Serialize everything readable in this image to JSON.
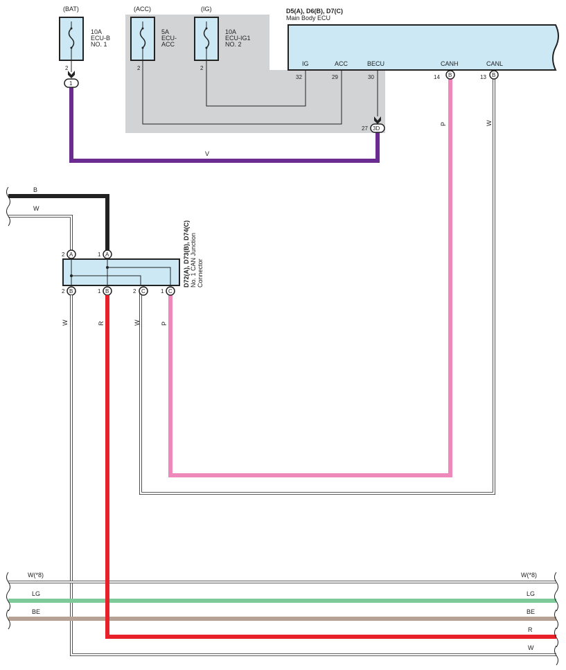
{
  "fuses": [
    {
      "supply": "(BAT)",
      "rating": "10A",
      "name1": "ECU-B",
      "name2": "NO. 1",
      "pin": "2"
    },
    {
      "supply": "(ACC)",
      "rating": "5A",
      "name1": "ECU-",
      "name2": "ACC",
      "pin": "2"
    },
    {
      "supply": "(IG)",
      "rating": "10A",
      "name1": "ECU-IG1",
      "name2": "NO. 2",
      "pin": "2"
    }
  ],
  "ecu": {
    "connectors": "D5(A), D6(B), D7(C)",
    "name": "Main Body ECU",
    "terminals": [
      {
        "label": "IG",
        "pin": "32"
      },
      {
        "label": "ACC",
        "pin": "29"
      },
      {
        "label": "BECU",
        "pin": "30"
      },
      {
        "label": "CANH",
        "pin": "14",
        "conn": "B"
      },
      {
        "label": "CANL",
        "pin": "13",
        "conn": "B"
      }
    ]
  },
  "junction_bat": {
    "conn": "1"
  },
  "junction_3d": {
    "pin": "27",
    "conn": "3D"
  },
  "can_junction": {
    "connectors": "D72(A), D73(B), D74(C)",
    "name1": "No. 1 CAN Junction",
    "name2": "Connector",
    "top_pins": [
      {
        "pin": "2",
        "conn": "A"
      },
      {
        "pin": "1",
        "conn": "A"
      }
    ],
    "bottom_pins": [
      {
        "pin": "2",
        "conn": "B"
      },
      {
        "pin": "1",
        "conn": "B"
      },
      {
        "pin": "2",
        "conn": "C"
      },
      {
        "pin": "1",
        "conn": "C"
      }
    ]
  },
  "wire_labels": {
    "v": "V",
    "canh": "P",
    "canl": "W",
    "top_b": "B",
    "top_w": "W",
    "jb_w": "W",
    "jb_r": "R",
    "jc_w": "W",
    "jc_p": "P"
  },
  "bottom_bus": [
    {
      "left": "W(*8)",
      "right": "W(*8)"
    },
    {
      "left": "LG",
      "right": "LG"
    },
    {
      "left": "BE",
      "right": "BE"
    },
    {
      "left": "",
      "right": "R"
    },
    {
      "left": "",
      "right": "W"
    }
  ],
  "colors": {
    "purple": "#6a2c91",
    "pink": "#ef88bb",
    "red": "#e8202a",
    "green": "#7ec99a",
    "beige": "#b6a294",
    "ecu_fill": "#cbe8f4",
    "gray_fill": "#d2d3d4"
  }
}
